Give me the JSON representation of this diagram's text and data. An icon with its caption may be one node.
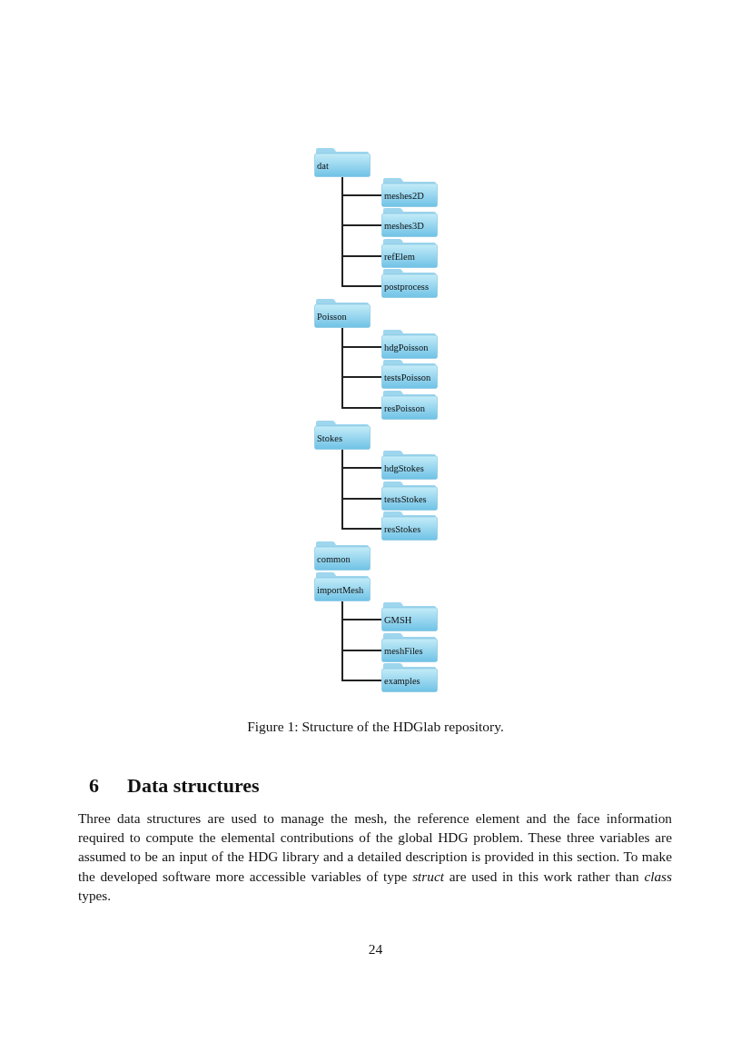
{
  "diagram": {
    "caption": "Figure 1: Structure of the HDGlab repository.",
    "nodes": [
      {
        "text": [
          "dat"
        ]
      },
      {
        "text": [
          "meshes2D"
        ]
      },
      {
        "text": [
          "meshes3D"
        ]
      },
      {
        "text": [
          "refElem"
        ]
      },
      {
        "text": [
          "postprocess"
        ]
      },
      {
        "text": [
          "Poisson"
        ]
      },
      {
        "text": [
          "hdgPoisson"
        ]
      },
      {
        "text": [
          "testsPoisson"
        ]
      },
      {
        "text": [
          "resPoisson"
        ]
      },
      {
        "text": [
          "Stokes"
        ]
      },
      {
        "text": [
          "hdgStokes"
        ]
      },
      {
        "text": [
          "testsStokes"
        ]
      },
      {
        "text": [
          "resStokes"
        ]
      },
      {
        "text": [
          "common"
        ]
      },
      {
        "text": [
          "importMesh"
        ]
      },
      {
        "text": [
          "GMSH"
        ]
      },
      {
        "text": [
          "meshFiles"
        ]
      },
      {
        "text": [
          "examples"
        ]
      }
    ],
    "edges": [
      {
        "from": 0,
        "to": 1,
        "arrow": "none"
      },
      {
        "from": 0,
        "to": 2,
        "arrow": "none"
      },
      {
        "from": 0,
        "to": 3,
        "arrow": "none"
      },
      {
        "from": 0,
        "to": 4,
        "arrow": "none"
      },
      {
        "from": 5,
        "to": 6,
        "arrow": "none"
      },
      {
        "from": 5,
        "to": 7,
        "arrow": "none"
      },
      {
        "from": 5,
        "to": 8,
        "arrow": "none"
      },
      {
        "from": 9,
        "to": 10,
        "arrow": "none"
      },
      {
        "from": 9,
        "to": 11,
        "arrow": "none"
      },
      {
        "from": 9,
        "to": 12,
        "arrow": "none"
      },
      {
        "from": 14,
        "to": 15,
        "arrow": "none"
      },
      {
        "from": 14,
        "to": 16,
        "arrow": "none"
      },
      {
        "from": 14,
        "to": 17,
        "arrow": "none"
      }
    ],
    "labels": [
      "6",
      "Data structures",
      "Three data structures are used to manage the mesh, the reference element and the face information required to compute the elemental contributions of the global HDG problem. These three variables are assumed to be an input of the HDG library and a detailed description is provided in this section. To make the developed software more accessible variables of type *struct* are used in this work rather than *class* types.",
      "24"
    ]
  }
}
